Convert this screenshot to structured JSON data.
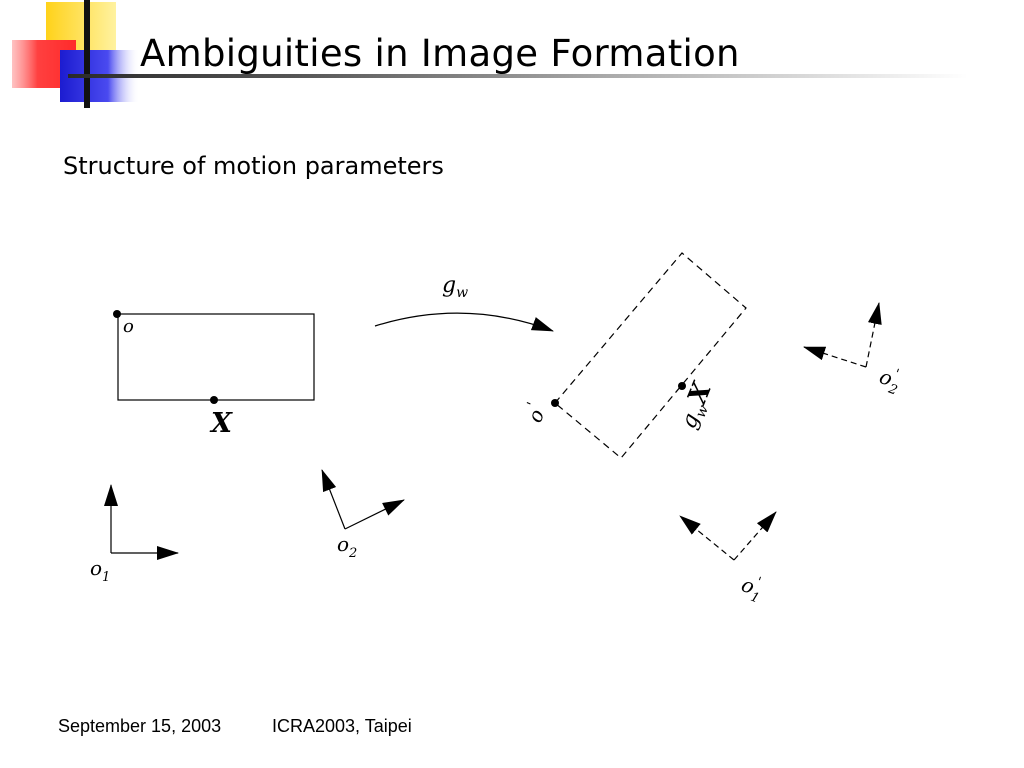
{
  "slide": {
    "title": "Ambiguities in Image Formation",
    "subtitle": "Structure of motion parameters"
  },
  "diagram": {
    "labels": {
      "o": "o",
      "X": "X",
      "gw": "g",
      "gw_sub": "w",
      "gwX_g": "g",
      "gwX_sub": "w",
      "gwX_X": "X",
      "o_prime": "o",
      "prime": "'",
      "o1": "o",
      "o1_sub": "1",
      "o2": "o",
      "o2_sub": "2",
      "o1_prime": "o",
      "o1_prime_sub": "1",
      "o2_prime": "o",
      "o2_prime_sub": "2"
    }
  },
  "footer": {
    "date": "September 15, 2003",
    "event": "ICRA2003, Taipei"
  },
  "colors": {
    "logo_yellow": "#ffd700",
    "logo_red": "#ff3b3b",
    "logo_blue": "#2b2bd9"
  }
}
